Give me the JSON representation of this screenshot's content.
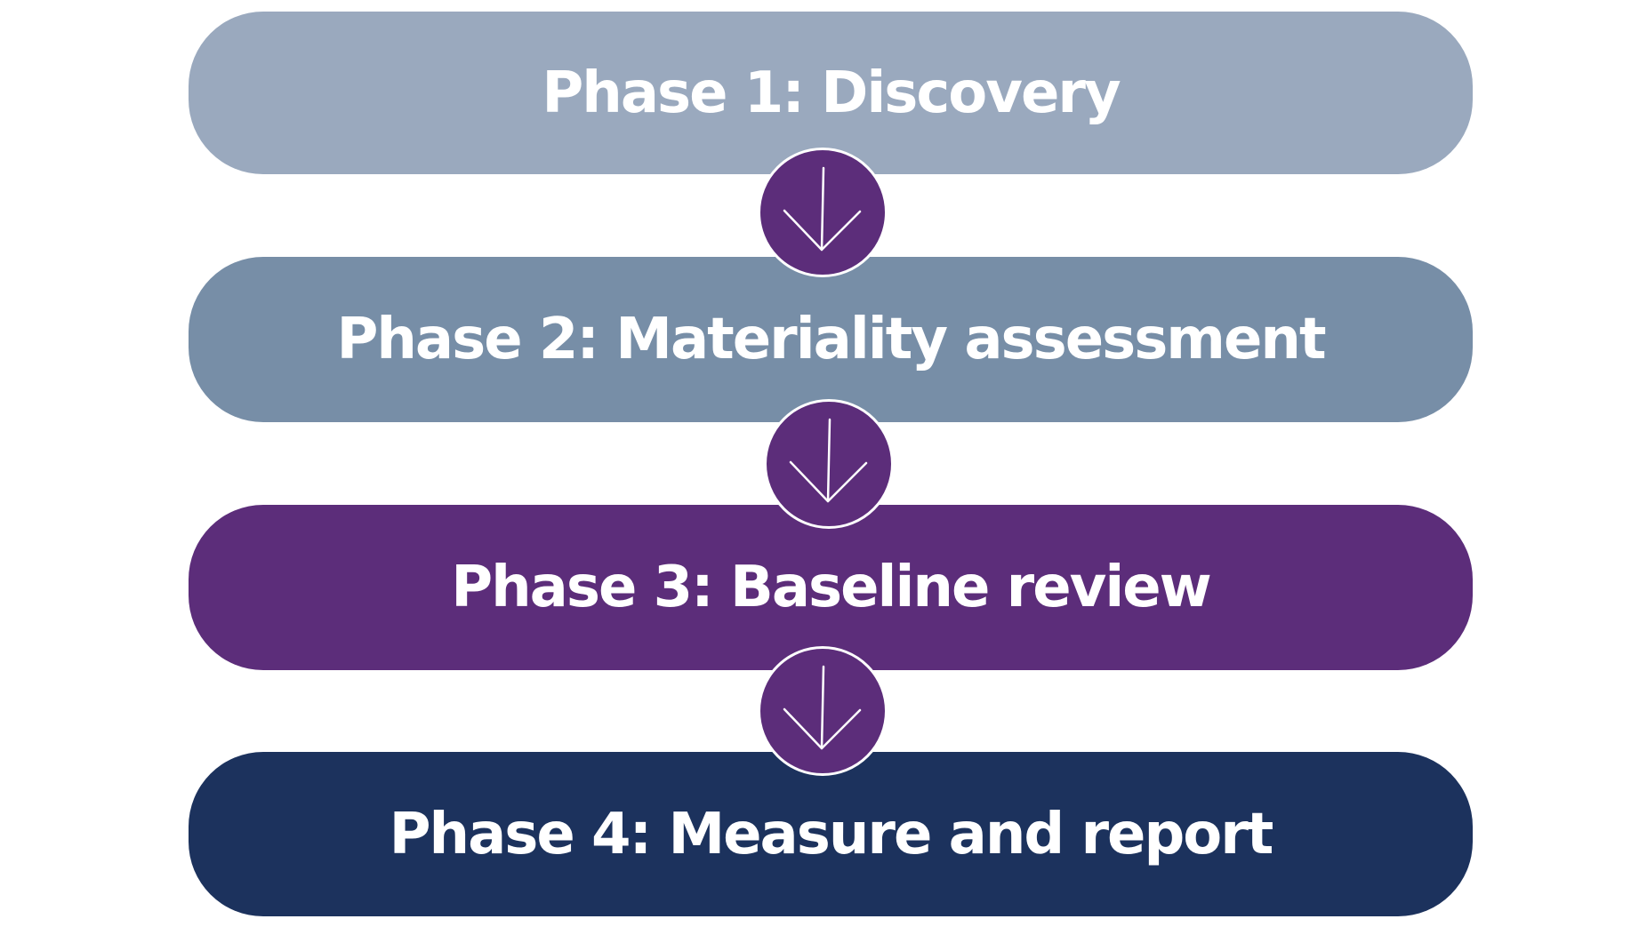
{
  "phases": [
    {
      "label": "Phase 1: Discovery",
      "color": "#9aa9be"
    },
    {
      "label": "Phase 2: Materiality assessment",
      "color": "#778ea7"
    },
    {
      "label": "Phase 3: Baseline review",
      "color": "#5c2d7a"
    },
    {
      "label": "Phase 4: Measure and report",
      "color": "#1c325d"
    }
  ],
  "connectors": [
    {
      "icon": "arrow-down-icon",
      "color": "#5c2d7a"
    },
    {
      "icon": "arrow-down-icon",
      "color": "#5c2d7a"
    },
    {
      "icon": "arrow-down-icon",
      "color": "#5c2d7a"
    }
  ]
}
